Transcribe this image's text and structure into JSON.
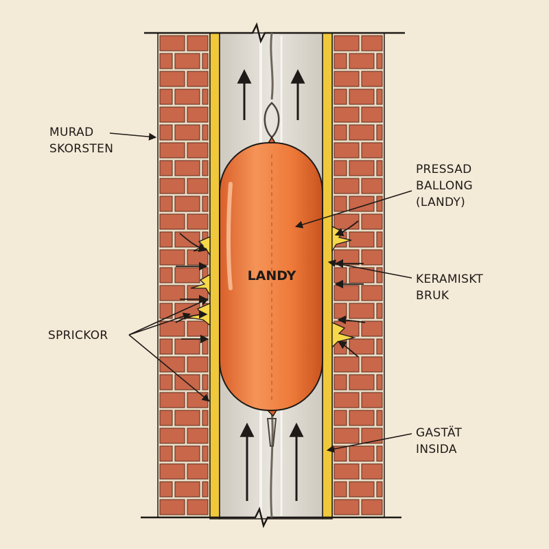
{
  "balloon_text": "LANDY",
  "labels": {
    "chimney": [
      "MURAD",
      "SKORSTEN"
    ],
    "balloon": [
      "PRESSAD",
      "BALLONG",
      "(LANDY)"
    ],
    "mortar": [
      "KERAMISKT",
      "BRUK"
    ],
    "cracks": [
      "SPRICKOR"
    ],
    "sealed": [
      "GASTÄT",
      "INSIDA"
    ]
  },
  "colors": {
    "background": "#f4ead8",
    "brick": "#c9674a",
    "mortar_joint": "#e9dcc4",
    "ceramic_liner": "#f0c83c",
    "flue": "#dcd8cf",
    "balloon": "#ee7a3a",
    "ink": "#1e1a17"
  }
}
